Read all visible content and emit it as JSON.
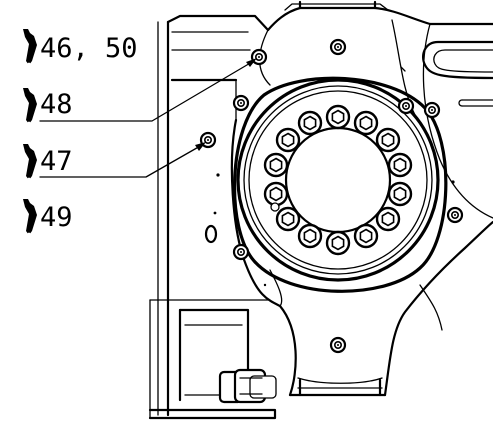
{
  "callouts": [
    {
      "id": "c1",
      "icon": "wrench-icon",
      "label": "46, 50"
    },
    {
      "id": "c2",
      "icon": "wrench-icon",
      "label": "48"
    },
    {
      "id": "c3",
      "icon": "wrench-icon",
      "label": "47"
    },
    {
      "id": "c4",
      "icon": "wrench-icon",
      "label": "49"
    }
  ],
  "colors": {
    "ink": "#000000",
    "background": "#ffffff"
  }
}
